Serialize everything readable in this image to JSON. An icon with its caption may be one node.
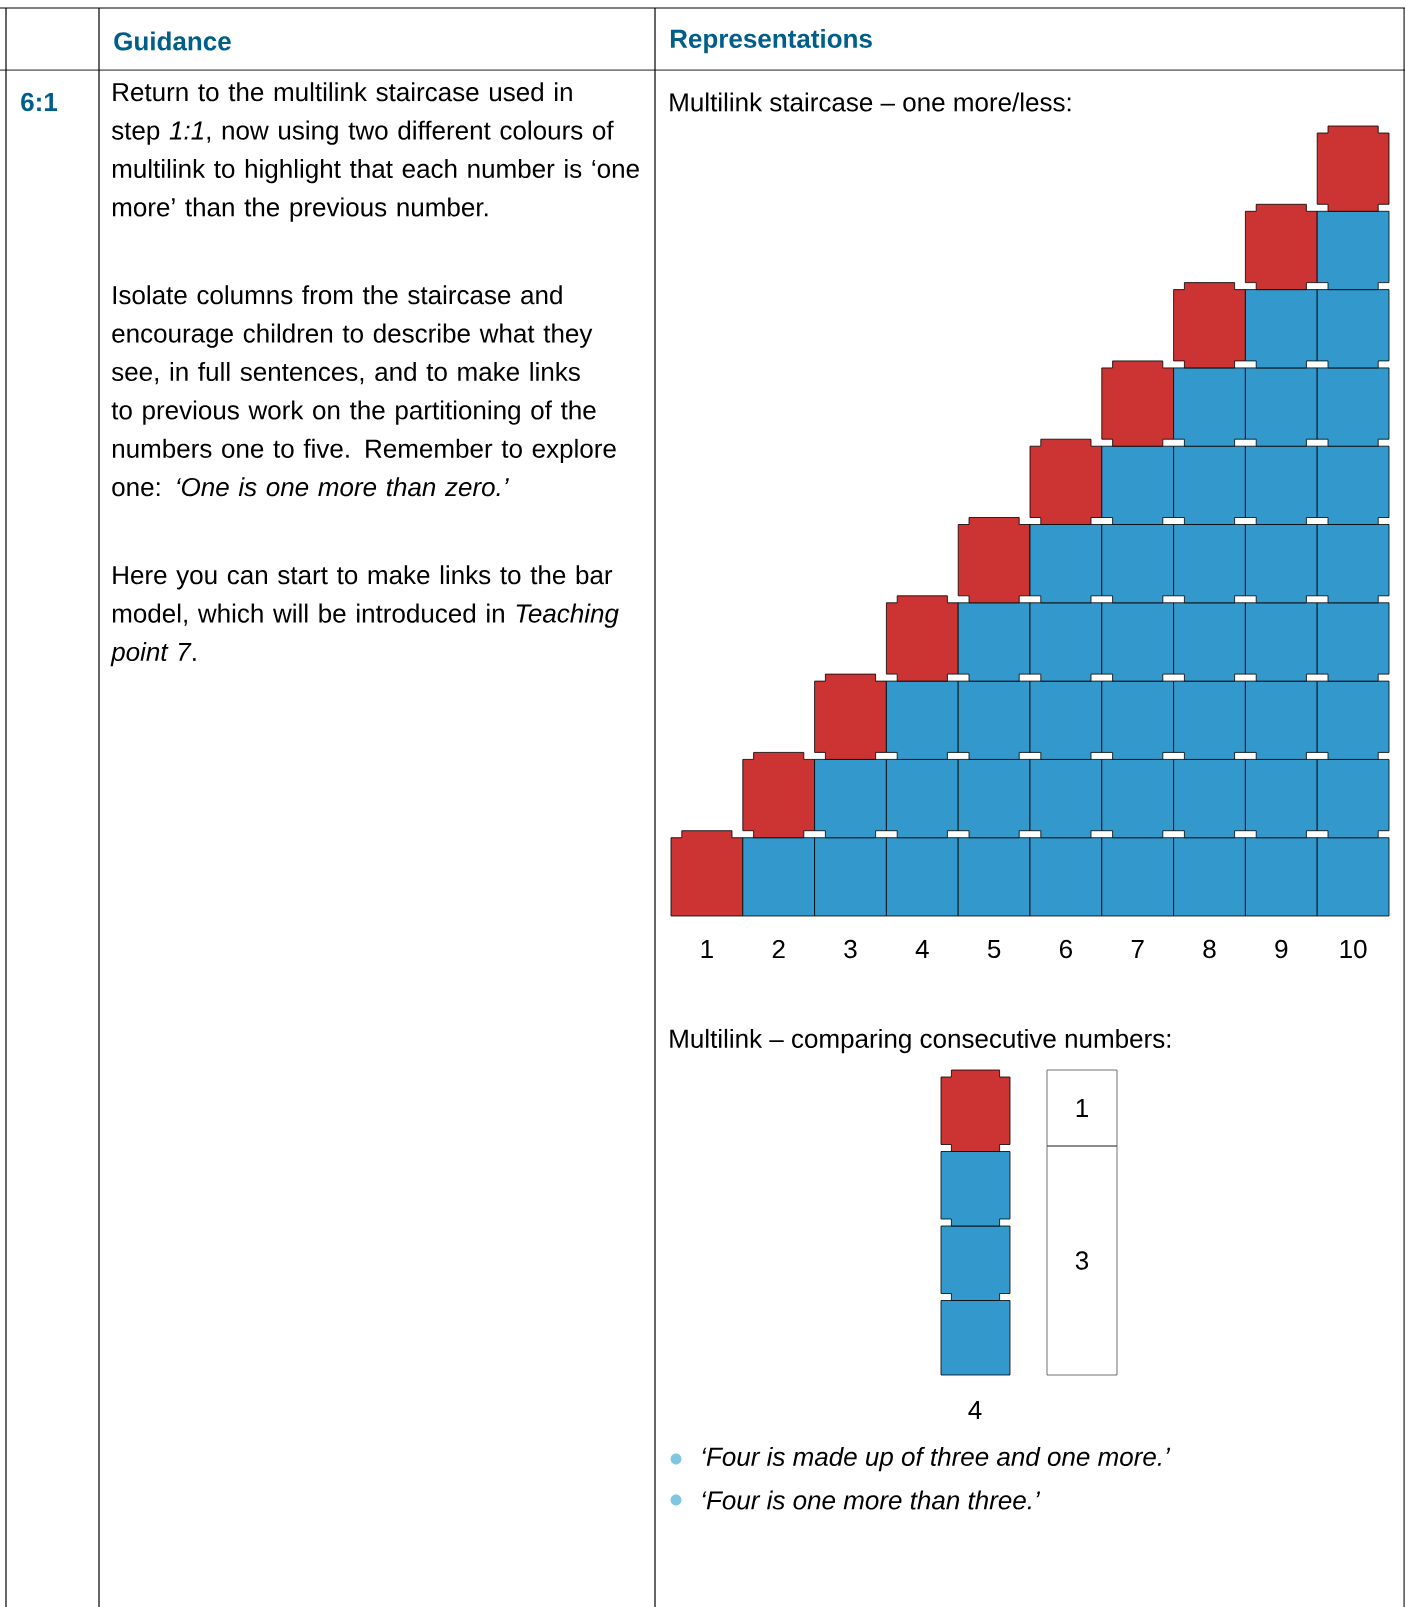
{
  "diagram": {
    "nodes": [
      {
        "text": [
          "1"
        ]
      },
      {
        "text": [
          "3"
        ]
      }
    ],
    "labels": [
      "Guidance",
      "Representations",
      "6:1",
      "Return to the multilink staircase used in step *1:1*, now using two different colours of multilink to highlight that each number is ‘one more’ than the previous number.",
      "Isolate columns from the staircase and encourage children to describe what they see, in full sentences, and to make links to previous work on the partitioning of the numbers one to five. Remember to explore one: *‘One is one more than zero.’*",
      "Here you can start to make links to the bar model, which will be introduced in *Teaching point 7*.",
      "Multilink staircase – one more/less:",
      "1",
      "2",
      "3",
      "4",
      "5",
      "6",
      "7",
      "8",
      "9",
      "10",
      "Multilink – comparing consecutive numbers:",
      "4",
      "‘Four is made up of three and one more.’",
      "‘Four is one more than three.’"
    ]
  }
}
